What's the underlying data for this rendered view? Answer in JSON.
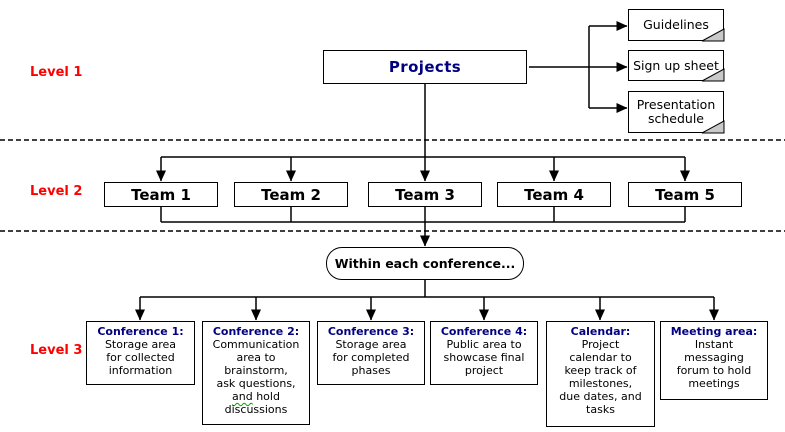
{
  "colors": {
    "navy": "#000080",
    "red": "#ff0000",
    "fold_gray": "#c9c9c9",
    "line": "#000000"
  },
  "levels": [
    {
      "label": "Level 1"
    },
    {
      "label": "Level 2"
    },
    {
      "label": "Level 3"
    }
  ],
  "level1": {
    "projects_label": "Projects",
    "documents": [
      {
        "label": "Guidelines"
      },
      {
        "label": "Sign up sheet"
      },
      {
        "label": "Presentation\nschedule"
      }
    ]
  },
  "level2": {
    "teams": [
      {
        "label": "Team 1"
      },
      {
        "label": "Team 2"
      },
      {
        "label": "Team 3"
      },
      {
        "label": "Team 4"
      },
      {
        "label": "Team 5"
      }
    ]
  },
  "level3": {
    "oval_label": "Within each conference...",
    "boxes": [
      {
        "title": "Conference 1:",
        "body": "Storage area\nfor collected\ninformation"
      },
      {
        "title": "Conference 2:",
        "body_pre": "Communication\narea to\nbrainstorm,\nask questions,\n",
        "body_squiggle": "and",
        "body_post": " hold\ndiscussions"
      },
      {
        "title": "Conference 3:",
        "body": "Storage area\nfor completed\nphases"
      },
      {
        "title": "Conference 4:",
        "body": "Public area to\nshowcase final\nproject"
      },
      {
        "title": "Calendar:",
        "body": "Project\ncalendar to\nkeep track of\nmilestones,\ndue dates, and\ntasks"
      },
      {
        "title": "Meeting area:",
        "body": "Instant\nmessaging\nforum to hold\nmeetings"
      }
    ]
  }
}
